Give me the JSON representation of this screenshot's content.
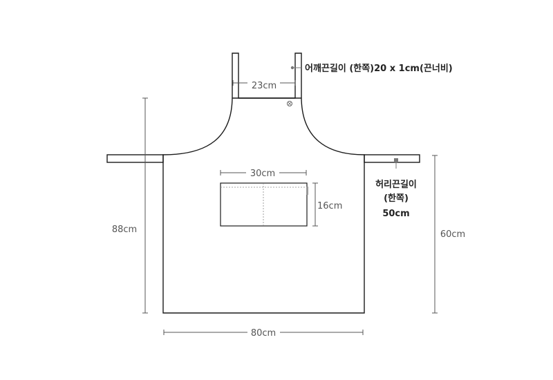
{
  "labels": {
    "strap_width": "23cm",
    "total_height": "88cm",
    "body_height": "60cm",
    "body_width": "80cm",
    "pocket_width": "30cm",
    "pocket_height": "16cm"
  },
  "notes": {
    "shoulder_strap": "어깨끈길이 (한쪽)20 x 1cm(끈너비)",
    "waist_strap_line1": "허리끈길이",
    "waist_strap_line2": "(한쪽)",
    "waist_strap_line3": "50cm"
  },
  "colors": {
    "outline": "#1a1a1a",
    "dimension": "#555555",
    "note": "#222222"
  }
}
